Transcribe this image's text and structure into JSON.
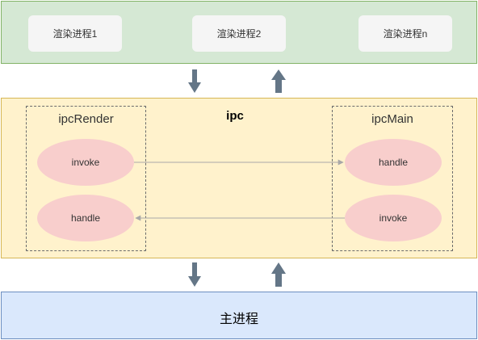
{
  "render_processes": {
    "items": [
      "渲染进程1",
      "渲染进程2",
      "渲染进程n"
    ]
  },
  "ipc": {
    "title": "ipc",
    "render_group": {
      "title": "ipcRender",
      "invoke": "invoke",
      "handle": "handle"
    },
    "main_group": {
      "title": "ipcMain",
      "handle": "handle",
      "invoke": "invoke"
    }
  },
  "main_process": {
    "title": "主进程"
  },
  "colors": {
    "render_band": "#d5e8d4",
    "ipc_band": "#fff2cc",
    "main_band": "#dae8fc",
    "process_box": "#f5f5f5",
    "ellipse": "#f8cecc",
    "block_arrow": "#647687",
    "connector": "#a8a8a8"
  }
}
